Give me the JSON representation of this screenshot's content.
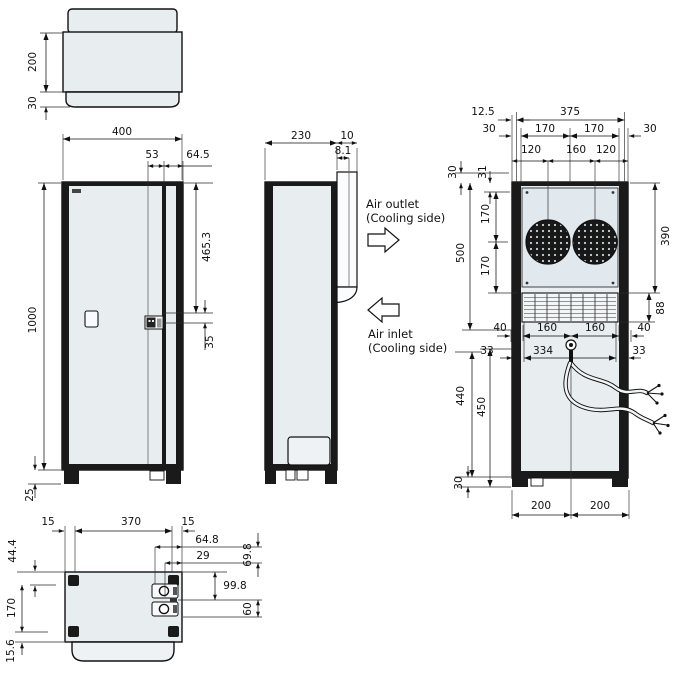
{
  "colors": {
    "background": "#ffffff",
    "body_fill": "#e8edf0",
    "panel_fill": "#e2e9ee",
    "edge_dark": "#1a1a1a",
    "line": "#111111"
  },
  "top_view": {
    "depth_rear": "200",
    "depth_front": "30"
  },
  "front_view": {
    "width": "400",
    "cutout_offset": "53",
    "cutout_edge": "64.5",
    "height": "1000",
    "cutout_height": "465.3",
    "cutout_drop": "35",
    "foot_height": "25"
  },
  "side_view": {
    "depth": "230",
    "duct_depth": "10",
    "panel_gap": "8.1",
    "air_outlet_line1": "Air outlet",
    "air_outlet_line2": "(Cooling side)",
    "air_inlet_line1": "Air inlet",
    "air_inlet_line2": "(Cooling side)"
  },
  "rear_view": {
    "mount_offset": "12.5",
    "mount_span": "375",
    "width_row": [
      "30",
      "170",
      "170",
      "30"
    ],
    "hole_row": [
      "120",
      "160",
      "120"
    ],
    "top_margin": "30",
    "bracket_offset": "31",
    "fan_top": "170",
    "fan_gap": "170",
    "height_upper": "500",
    "fan_section": "390",
    "louver_height": "88",
    "louver_row": [
      "40",
      "160",
      "160",
      "40"
    ],
    "cable_row": [
      "33",
      "334",
      "33"
    ],
    "cable_height_a": "440",
    "cable_height_b": "450",
    "foot_height": "30",
    "foot_row": [
      "200",
      "200"
    ]
  },
  "bottom_view": {
    "width_row": [
      "15",
      "370",
      "15"
    ],
    "fitting_offset_a": "64.8",
    "fitting_offset_b": "29",
    "depth_row": [
      "44.4",
      "170",
      "15.6"
    ],
    "right_span_a": "69.8",
    "right_span_b": "99.8",
    "right_span_c": "60"
  }
}
